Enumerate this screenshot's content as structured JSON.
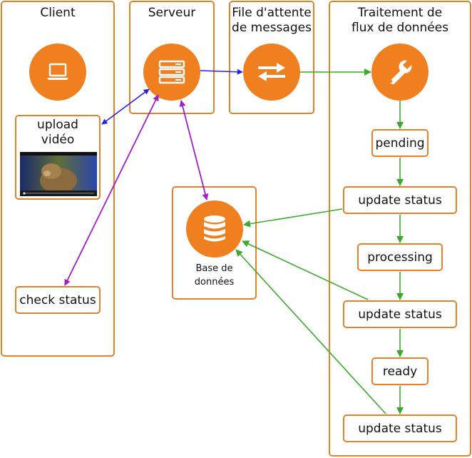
{
  "lanes": {
    "client": "Client",
    "server": "Serveur",
    "queue": "File d'attente\nde messages",
    "stream": "Traitement de\nflux de données"
  },
  "boxes": {
    "upload": "upload\nvidéo",
    "check_status": "check status",
    "pending": "pending",
    "update_status_1": "update status",
    "processing": "processing",
    "update_status_2": "update status",
    "ready": "ready",
    "update_status_3": "update status"
  },
  "database": {
    "label": "Base de\ndonnées"
  },
  "icons": {
    "client": "laptop-icon",
    "server": "server-rack-icon",
    "queue": "exchange-arrows-icon",
    "stream": "wrench-icon",
    "database": "database-icon"
  },
  "colors": {
    "accent": "#f07f1f",
    "border": "#e8802a",
    "blue_arrow": "#2a1ee8",
    "purple_arrow": "#a11ec8",
    "green_arrow": "#3aab2a"
  }
}
